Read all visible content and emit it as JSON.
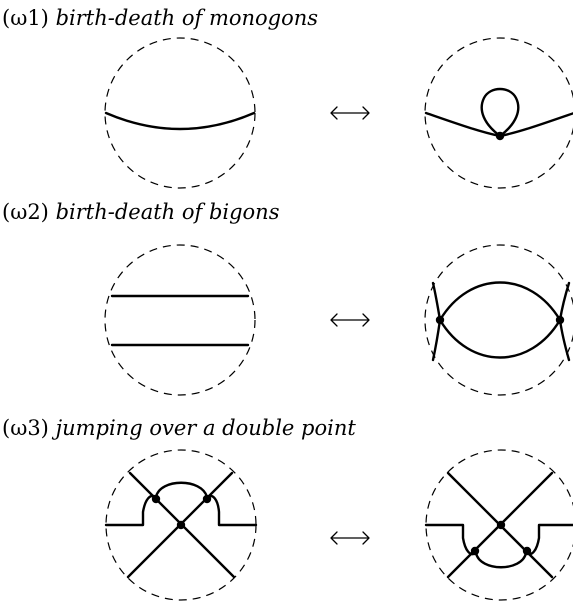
{
  "moves": [
    {
      "label": "(ω1)",
      "description": "birth-death of monogons"
    },
    {
      "label": "(ω2)",
      "description": "birth-death of bigons"
    },
    {
      "label": "(ω3)",
      "description": "jumping over a double point"
    }
  ],
  "arrow_symbol": "⟷",
  "colors": {
    "ink": "#000000",
    "background": "#ffffff"
  }
}
